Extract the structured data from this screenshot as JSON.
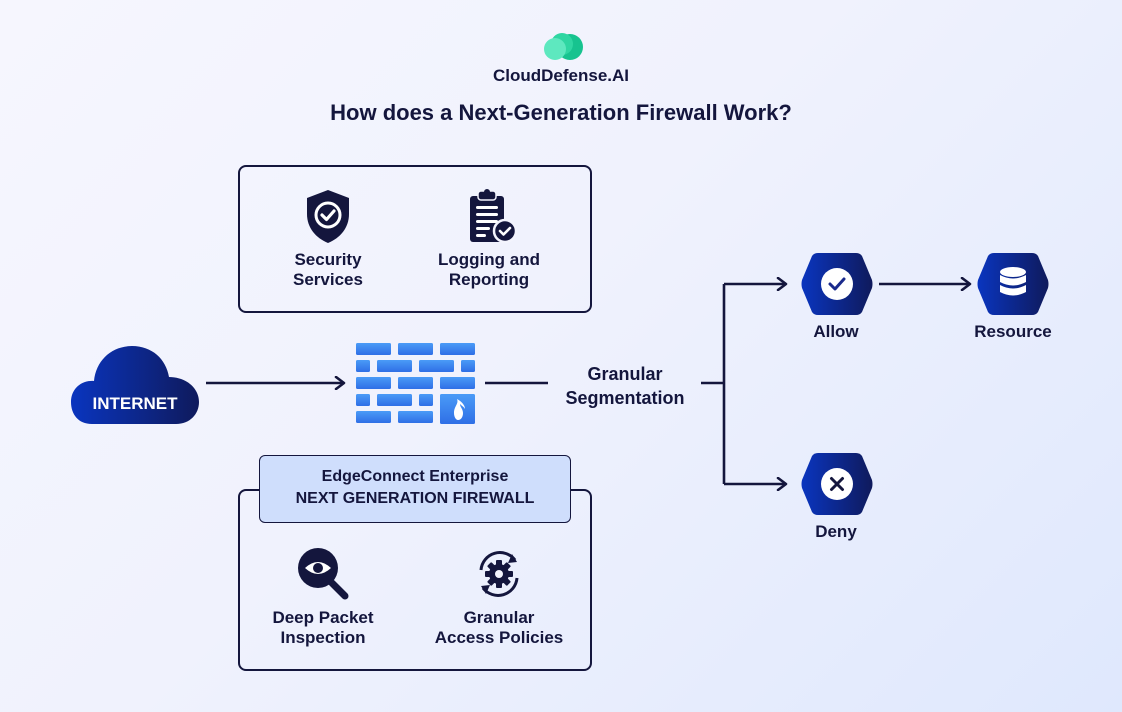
{
  "brand": {
    "name": "CloudDefense.AI",
    "logo_icon": "cloud-circles-logo-icon",
    "colors": {
      "primary": "#3ee0b0",
      "secondary": "#17c38f"
    }
  },
  "title": "How does a Next-Generation Firewall Work?",
  "colors": {
    "ink": "#14163d",
    "node_gradient_start": "#0a33b8",
    "node_gradient_end": "#0f1a5c",
    "firewall_blue": "#3e8df5",
    "label_box_fill": "#cfdefc"
  },
  "top_panel": {
    "features": [
      {
        "label_line1": "Security",
        "label_line2": "Services",
        "icon": "shield-check-icon"
      },
      {
        "label_line1": "Logging and",
        "label_line2": "Reporting",
        "icon": "clipboard-check-icon"
      }
    ]
  },
  "bottom_panel": {
    "header_line1": "EdgeConnect Enterprise",
    "header_line2": "NEXT GENERATION FIREWALL",
    "features": [
      {
        "label_line1": "Deep Packet",
        "label_line2": "Inspection",
        "icon": "magnifier-eye-icon"
      },
      {
        "label_line1": "Granular",
        "label_line2": "Access Policies",
        "icon": "gear-cycle-icon"
      }
    ]
  },
  "flow": {
    "source": {
      "label": "INTERNET",
      "icon": "cloud-icon"
    },
    "firewall": {
      "icon": "brick-wall-fire-icon"
    },
    "segmentation": {
      "line1": "Granular",
      "line2": "Segmentation"
    },
    "allow": {
      "label": "Allow",
      "icon": "check-icon"
    },
    "deny": {
      "label": "Deny",
      "icon": "x-icon"
    },
    "resource": {
      "label": "Resource",
      "icon": "database-icon"
    }
  }
}
